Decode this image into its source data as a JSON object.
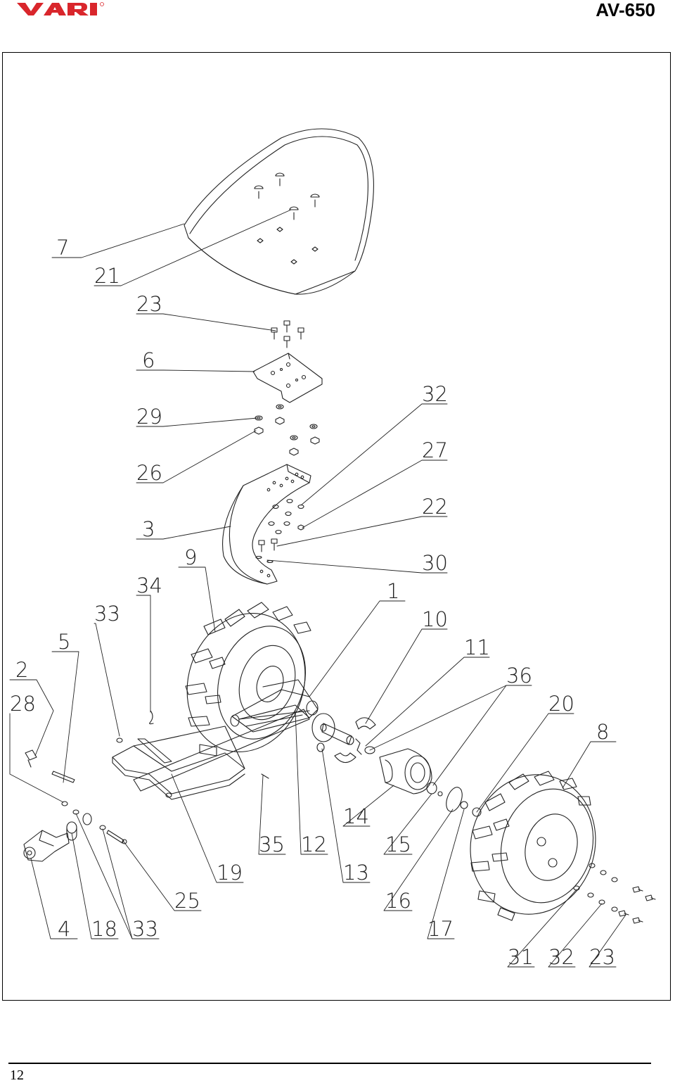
{
  "header": {
    "brand": "VARI",
    "model": "AV-650",
    "brand_color": "#d9262c"
  },
  "footer": {
    "page_number": "12"
  },
  "callouts": [
    "7",
    "21",
    "23",
    "6",
    "29",
    "26",
    "3",
    "9",
    "34",
    "33",
    "5",
    "2",
    "28",
    "32",
    "27",
    "22",
    "30",
    "1",
    "10",
    "11",
    "36",
    "20",
    "8",
    "4",
    "18",
    "33",
    "25",
    "19",
    "35",
    "12",
    "13",
    "14",
    "15",
    "16",
    "17",
    "31",
    "32",
    "23"
  ]
}
